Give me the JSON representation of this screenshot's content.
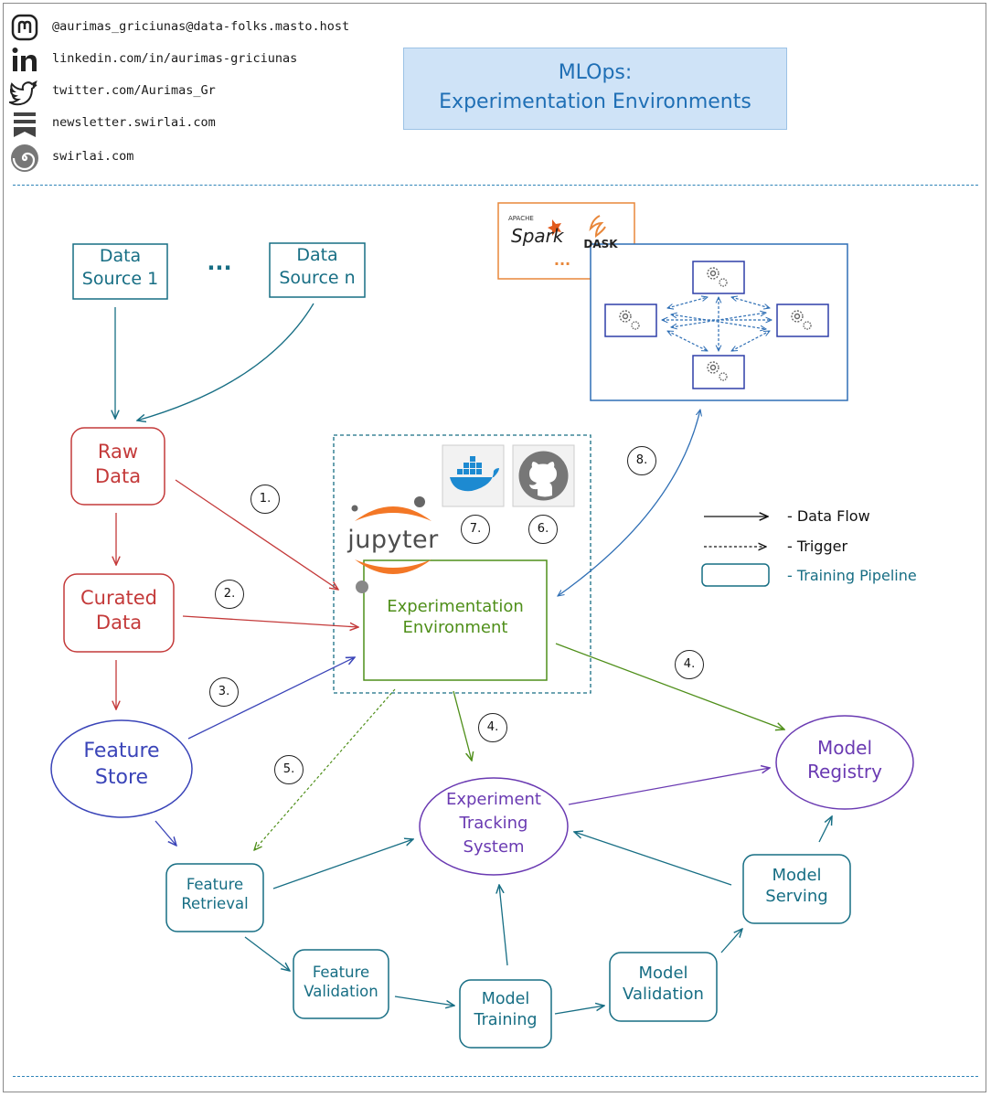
{
  "header": {
    "title_line1": "MLOps:",
    "title_line2": "Experimentation Environments"
  },
  "social": [
    {
      "icon": "mastodon-icon",
      "text": "@aurimas_griciunas@data-folks.masto.host"
    },
    {
      "icon": "linkedin-icon",
      "text": "linkedin.com/in/aurimas-griciunas"
    },
    {
      "icon": "twitter-icon",
      "text": "twitter.com/Aurimas_Gr"
    },
    {
      "icon": "newsletter-icon",
      "text": "newsletter.swirlai.com"
    },
    {
      "icon": "swirlai-icon",
      "text": "swirlai.com"
    }
  ],
  "diagram": {
    "data_source_1": [
      "Data",
      "Source 1"
    ],
    "ellipsis": "...",
    "data_source_n": [
      "Data",
      "Source n"
    ],
    "raw_data": [
      "Raw",
      "Data"
    ],
    "curated_data": [
      "Curated",
      "Data"
    ],
    "feature_store": [
      "Feature",
      "Store"
    ],
    "experimentation_env": [
      "Experimentation",
      "Environment"
    ],
    "jupyter_label": "jupyter",
    "spark_label": "Spark",
    "apache_label": "APACHE",
    "dask_label": "DASK",
    "compute_ellipsis": "...",
    "model_registry": [
      "Model",
      "Registry"
    ],
    "experiment_tracking": [
      "Experiment",
      "Tracking",
      "System"
    ],
    "feature_retrieval": [
      "Feature",
      "Retrieval"
    ],
    "feature_validation": [
      "Feature",
      "Validation"
    ],
    "model_training": [
      "Model",
      "Training"
    ],
    "model_validation": [
      "Model",
      "Validation"
    ],
    "model_serving": [
      "Model",
      "Serving"
    ],
    "steps": [
      "1.",
      "2.",
      "3.",
      "4.",
      "4.",
      "5.",
      "6.",
      "7.",
      "8."
    ]
  },
  "legend": {
    "data_flow": "- Data Flow",
    "trigger": "- Trigger",
    "training_pipeline": "- Training Pipeline"
  },
  "colors": {
    "teal": "#176e84",
    "red": "#c43a3a",
    "blue": "#3a44b8",
    "green": "#4f8f1a",
    "purple": "#6a3ab2",
    "orange": "#e8873a",
    "title_bg": "#cfe3f7"
  }
}
